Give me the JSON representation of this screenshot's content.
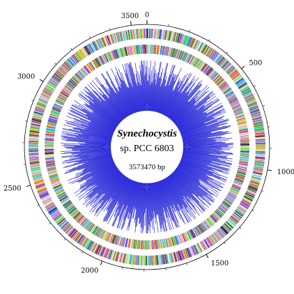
{
  "organism": {
    "name": "Synechocystis",
    "strain": "sp. PCC 6803",
    "genome_size_label": "3573470 bp"
  },
  "scale": {
    "total_kb": 3573.47,
    "tick_labels": [
      {
        "kb": 0,
        "text": "0"
      },
      {
        "kb": 500,
        "text": "500"
      },
      {
        "kb": 1000,
        "text": "1000"
      },
      {
        "kb": 1500,
        "text": "1500"
      },
      {
        "kb": 2000,
        "text": "2000"
      },
      {
        "kb": 2500,
        "text": "2500"
      },
      {
        "kb": 3000,
        "text": "3000"
      },
      {
        "kb": 3500,
        "text": "3500"
      }
    ]
  },
  "tracks": [
    {
      "name": "forward-strand-genes"
    },
    {
      "name": "reverse-strand-genes"
    },
    {
      "name": "gc-skew-plot",
      "color": "#2b2bd9"
    }
  ],
  "gene_palette": [
    "#ff2a2a",
    "#ff9f1a",
    "#f2e21c",
    "#8ee52b",
    "#17c43b",
    "#1ad1c8",
    "#1c9cf2",
    "#2a3df0",
    "#8c2ae8",
    "#e02ad4",
    "#f277b6",
    "#7a4a21",
    "#111111",
    "#9a9a9a",
    "#49e07a",
    "#b7f0ff",
    "#d2b6ff",
    "#ffd2a0"
  ]
}
